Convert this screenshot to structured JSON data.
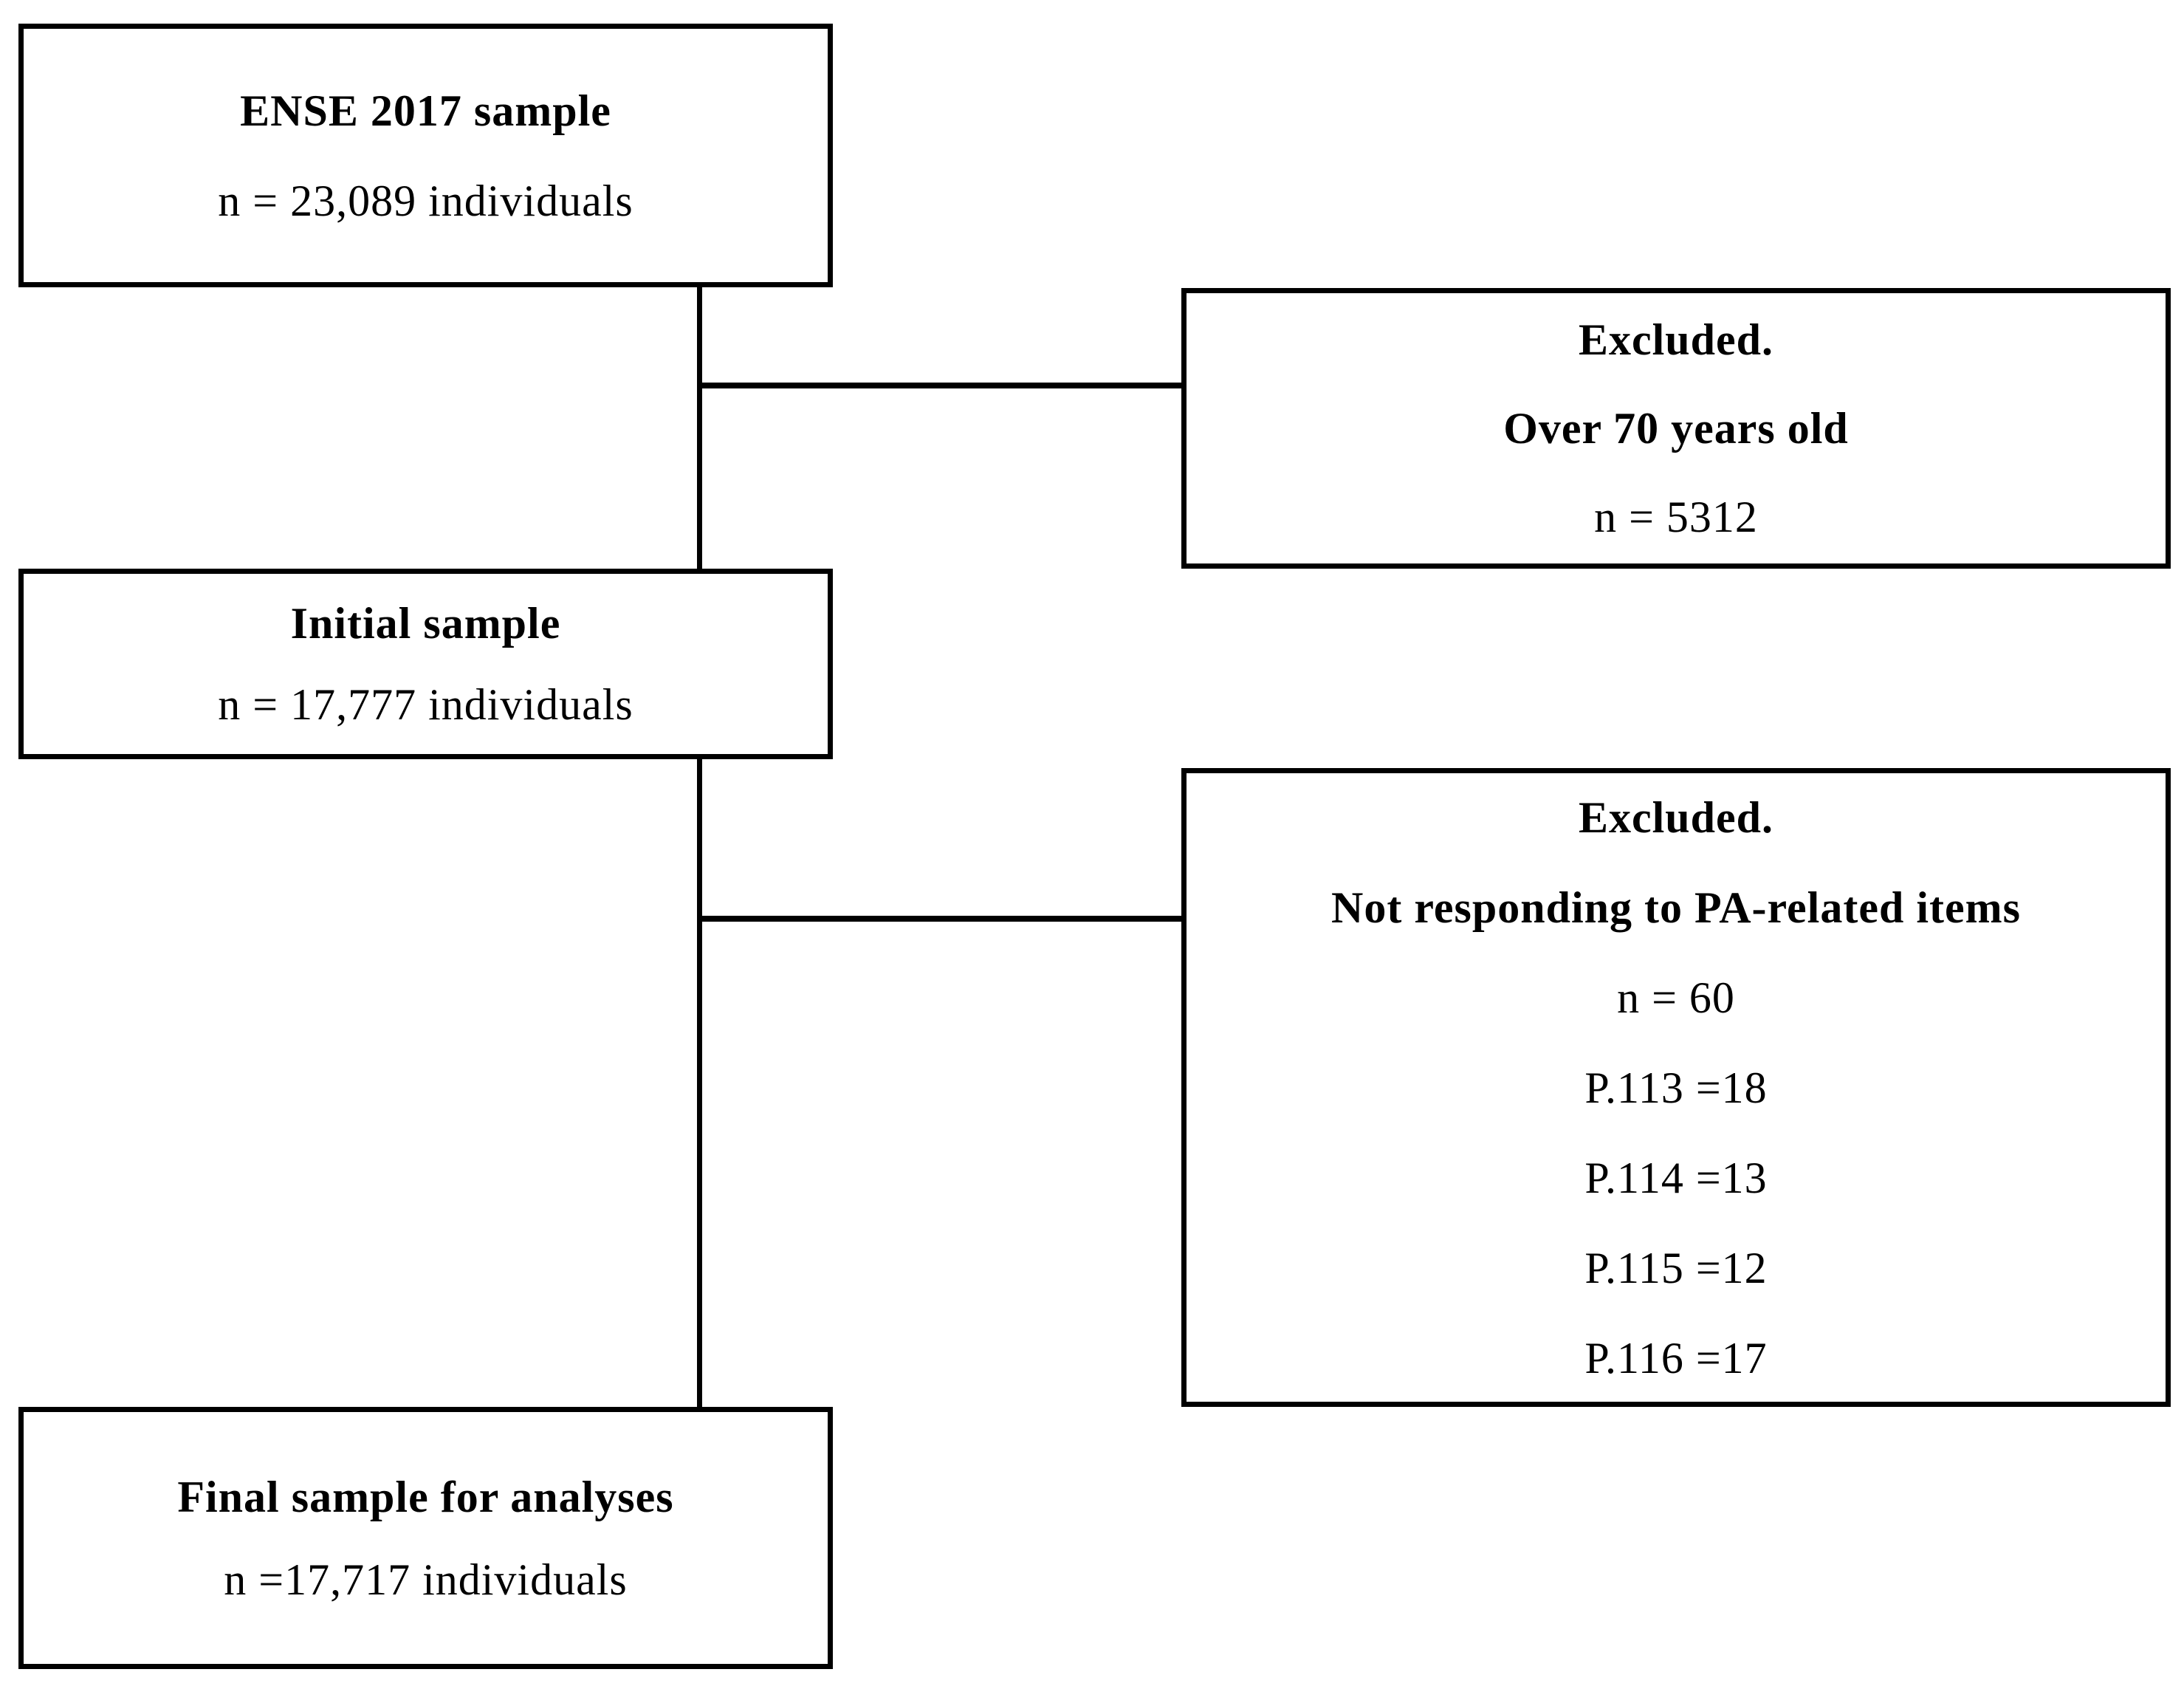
{
  "figure": {
    "colors": {
      "background": "#ffffff",
      "line": "#000000",
      "text": "#000000"
    },
    "boxes": {
      "ense": {
        "title": "ENSE 2017 sample",
        "n": "n = 23,089 individuals"
      },
      "excluded_age": {
        "title": "Excluded.",
        "reason": "Over 70 years old",
        "n": "n = 5312"
      },
      "initial": {
        "title": "Initial sample",
        "n": "n = 17,777 individuals"
      },
      "excluded_pa": {
        "title": "Excluded.",
        "reason": "Not responding to PA-related items",
        "n": "n = 60",
        "details": [
          "P.113 =18",
          "P.114 =13",
          "P.115 =12",
          "P.116 =17"
        ]
      },
      "final": {
        "title": "Final sample for analyses",
        "n": "n =17,717 individuals"
      }
    }
  }
}
